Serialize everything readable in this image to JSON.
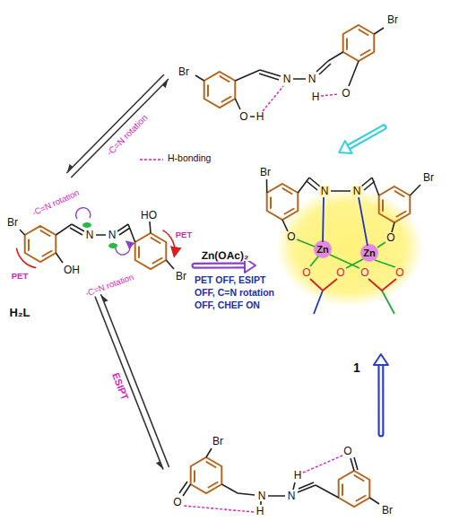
{
  "diagram": {
    "nodes": [
      {
        "text": [
          "Br",
          "Br",
          "N",
          "N",
          "H",
          "O",
          "O",
          "H"
        ]
      },
      {
        "text": [
          "Br",
          "HO",
          "-C=N rotation",
          "N",
          "N",
          "PET",
          "OH",
          "PET",
          "Br",
          "-C=N rotation"
        ]
      },
      {
        "text": [
          "Br",
          "O",
          "H",
          "O",
          "N",
          "N",
          "H",
          "Br"
        ]
      },
      {
        "text": [
          "Br",
          "Br",
          "N",
          "N",
          "O",
          "O",
          "Zn",
          "Zn",
          "O",
          "O",
          "O",
          "O"
        ]
      }
    ],
    "edges": [
      {
        "from": 0,
        "to": 1,
        "arrow": "both",
        "label": "-C=N rotation"
      },
      {
        "from": 1,
        "to": 3,
        "arrow": "to",
        "label": "Zn(OAc)₂"
      },
      {
        "from": 0,
        "to": 3,
        "arrow": "to"
      },
      {
        "from": 1,
        "to": 2,
        "arrow": "both",
        "label": "ESIPT"
      },
      {
        "from": 2,
        "to": 3,
        "arrow": "to"
      }
    ],
    "labels": [
      "H₂L",
      "PET OFF, ESIPT OFF, C=N rotation OFF, CHEF ON",
      "1"
    ],
    "legend": [
      {
        "text": "H-bonding"
      }
    ]
  }
}
